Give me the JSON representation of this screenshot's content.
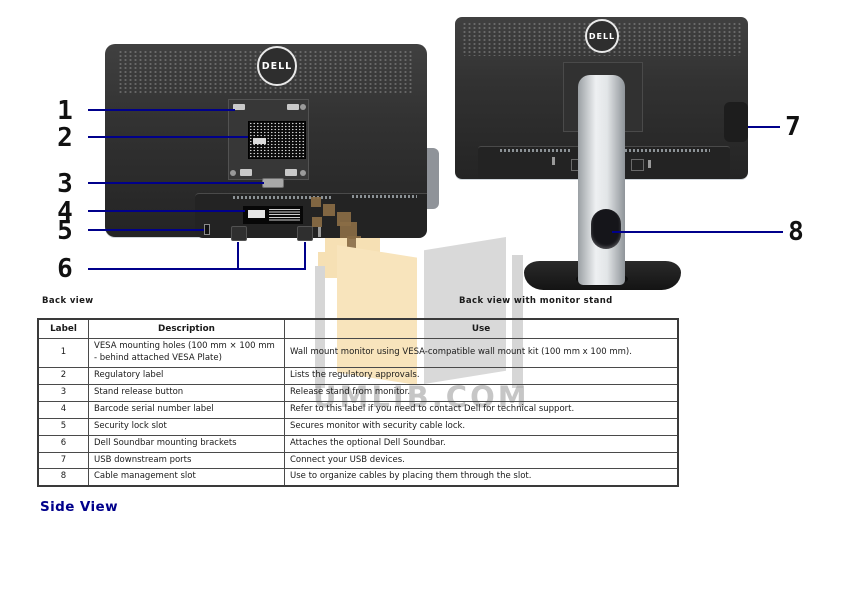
{
  "figures": {
    "brand_label": "DELL",
    "back_view": {
      "caption": "Back view"
    },
    "back_view_stand": {
      "caption": "Back view with monitor stand"
    },
    "callout_labels": [
      "1",
      "2",
      "3",
      "4",
      "5",
      "6",
      "7",
      "8"
    ]
  },
  "watermark": {
    "text": "UMLIB.COM"
  },
  "table": {
    "headers": [
      "Label",
      "Description",
      "Use"
    ],
    "rows": [
      [
        "1",
        "VESA mounting holes (100 mm × 100 mm - behind attached VESA Plate)",
        "Wall mount monitor using VESA-compatible wall mount kit (100 mm x 100 mm)."
      ],
      [
        "2",
        "Regulatory label",
        "Lists the regulatory approvals."
      ],
      [
        "3",
        "Stand release button",
        "Release stand from monitor."
      ],
      [
        "4",
        "Barcode serial number label",
        "Refer to this label if you need to contact Dell for technical support."
      ],
      [
        "5",
        "Security lock slot",
        "Secures monitor with security cable lock."
      ],
      [
        "6",
        "Dell Soundbar mounting brackets",
        "Attaches the optional Dell Soundbar."
      ],
      [
        "7",
        "USB downstream ports",
        "Connect your USB devices."
      ],
      [
        "8",
        "Cable management slot",
        "Use to organize cables by placing them through the slot."
      ]
    ]
  },
  "section": {
    "heading": "Side View"
  },
  "colors": {
    "callout_line": "#00008B",
    "section_heading": "#00008B",
    "monitor_body": "#323232",
    "stand_silver": "#e2e5e7",
    "watermark_tan": "#f8e4bc",
    "watermark_gray": "#d9d9d9",
    "watermark_brown": "#8a6c45"
  }
}
